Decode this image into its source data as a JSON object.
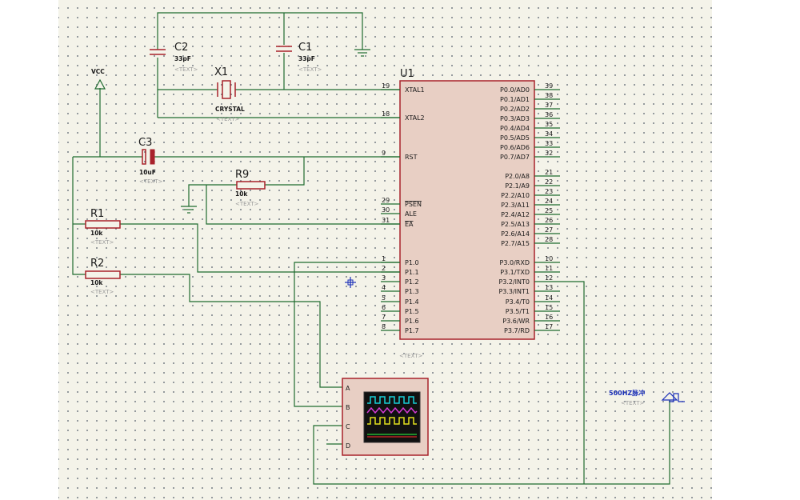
{
  "components": {
    "c2": {
      "ref": "C2",
      "value": "33pF",
      "text": "<TEXT>"
    },
    "c1": {
      "ref": "C1",
      "value": "33pF",
      "text": "<TEXT>"
    },
    "x1": {
      "ref": "X1",
      "value": "CRYSTAL",
      "text": "<TEXT>"
    },
    "c3": {
      "ref": "C3",
      "value": "10uF",
      "text": "<TEXT>"
    },
    "r9": {
      "ref": "R9",
      "value": "10k",
      "text": "<TEXT>"
    },
    "r1": {
      "ref": "R1",
      "value": "10k",
      "text": "<TEXT>"
    },
    "r2": {
      "ref": "R2",
      "value": "10k",
      "text": "<TEXT>"
    },
    "vcc": {
      "label": "VCC"
    },
    "u1": {
      "ref": "U1",
      "text": "<TEXT>"
    },
    "generator": {
      "label": "500HZ脉冲",
      "text": "<TEXT>"
    }
  },
  "u1_left_pins": [
    {
      "num": "19",
      "name": "XTAL1"
    },
    {
      "num": "18",
      "name": "XTAL2"
    },
    {
      "num": "9",
      "name": "RST"
    },
    {
      "num": "29",
      "name": "PSEN"
    },
    {
      "num": "30",
      "name": "ALE"
    },
    {
      "num": "31",
      "name": "EA"
    },
    {
      "num": "1",
      "name": "P1.0"
    },
    {
      "num": "2",
      "name": "P1.1"
    },
    {
      "num": "3",
      "name": "P1.2"
    },
    {
      "num": "4",
      "name": "P1.3"
    },
    {
      "num": "5",
      "name": "P1.4"
    },
    {
      "num": "6",
      "name": "P1.5"
    },
    {
      "num": "7",
      "name": "P1.6"
    },
    {
      "num": "8",
      "name": "P1.7"
    }
  ],
  "u1_right_pins": [
    {
      "num": "39",
      "name": "P0.0/AD0"
    },
    {
      "num": "38",
      "name": "P0.1/AD1"
    },
    {
      "num": "37",
      "name": "P0.2/AD2"
    },
    {
      "num": "36",
      "name": "P0.3/AD3"
    },
    {
      "num": "35",
      "name": "P0.4/AD4"
    },
    {
      "num": "34",
      "name": "P0.5/AD5"
    },
    {
      "num": "33",
      "name": "P0.6/AD6"
    },
    {
      "num": "32",
      "name": "P0.7/AD7"
    },
    {
      "num": "21",
      "name": "P2.0/A8"
    },
    {
      "num": "22",
      "name": "P2.1/A9"
    },
    {
      "num": "23",
      "name": "P2.2/A10"
    },
    {
      "num": "24",
      "name": "P2.3/A11"
    },
    {
      "num": "25",
      "name": "P2.4/A12"
    },
    {
      "num": "26",
      "name": "P2.5/A13"
    },
    {
      "num": "27",
      "name": "P2.6/A14"
    },
    {
      "num": "28",
      "name": "P2.7/A15"
    },
    {
      "num": "10",
      "name": "P3.0/RXD"
    },
    {
      "num": "11",
      "name": "P3.1/TXD"
    },
    {
      "num": "12",
      "name": "P3.2/INT0"
    },
    {
      "num": "13",
      "name": "P3.3/INT1"
    },
    {
      "num": "14",
      "name": "P3.4/T0"
    },
    {
      "num": "15",
      "name": "P3.5/T1"
    },
    {
      "num": "16",
      "name": "P3.6/WR"
    },
    {
      "num": "17",
      "name": "P3.7/RD"
    }
  ],
  "scope": {
    "channels": [
      "A",
      "B",
      "C",
      "D"
    ]
  },
  "colors": {
    "wire": "#1f6b2f",
    "component": "#a8222b",
    "chip_fill": "#e8cfc4",
    "scope_fill": "#e8cfc4",
    "screen": "#111111"
  }
}
